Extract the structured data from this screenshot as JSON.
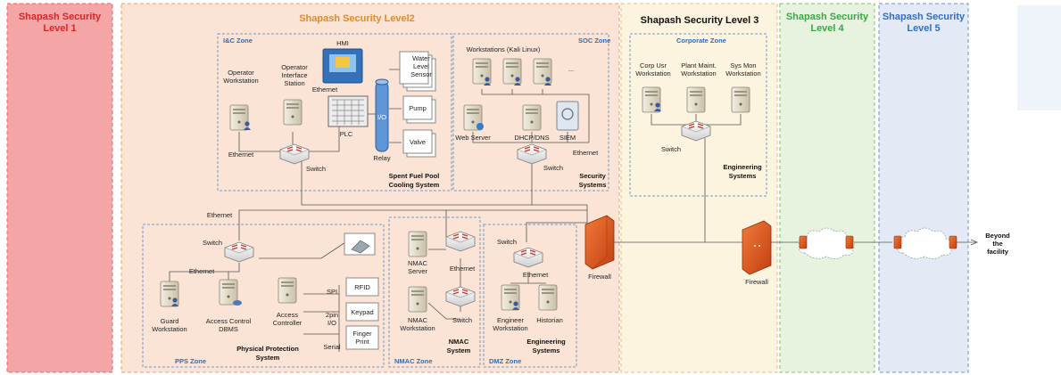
{
  "colors": {
    "level1": "#f4a6a6",
    "level2": "#fbe4d5",
    "level3": "#fdf4e0",
    "level4": "#e7f2df",
    "level5": "#e4eaf5",
    "level1_title": "#d92525",
    "level2_title": "#e3892b",
    "level3_title": "#111111",
    "level4_title": "#3aa845",
    "level5_title": "#2f6fc4",
    "zone_title": "#2a6ebb",
    "firewall": "#e2541c"
  },
  "levels": {
    "l1": {
      "title": [
        "Shapash Security",
        "Level 1"
      ]
    },
    "l2": {
      "title": "Shapash Security Level2"
    },
    "l3": {
      "title": "Shapash Security Level 3"
    },
    "l4": {
      "title": [
        "Shapash Security",
        "Level 4"
      ]
    },
    "l5": {
      "title": [
        "Shapash Security",
        "Level 5"
      ]
    }
  },
  "zones": {
    "ic": "I&C Zone",
    "soc": "SOC Zone",
    "corporate": "Corporate Zone",
    "pps": "PPS Zone",
    "nmac": "NMAC Zone",
    "dmz": "DMZ Zone"
  },
  "ic": {
    "hmi": "HMI",
    "operator_ws": [
      "Operator",
      "Workstation"
    ],
    "operator_is": [
      "Operator",
      "Interface",
      "Station"
    ],
    "ethernet_hmi": "Ethernet",
    "plc": "PLC",
    "io": "I/O",
    "relay": "Relay",
    "water_sensor": [
      "Water",
      "Level",
      "Sensor"
    ],
    "pump": "Pump",
    "valve": "Valve",
    "ethernet": "Ethernet",
    "switch": "Switch",
    "system": [
      "Spent Fuel Pool",
      "Cooling System"
    ]
  },
  "soc": {
    "workstations": "Workstations (Kali Linux)",
    "ellipsis": "...",
    "web_server": "Web Server",
    "dhcp": "DHCP/DNS",
    "siem": "SIEM",
    "switch": "Switch",
    "ethernet": "Ethernet",
    "system": [
      "Security",
      "Systems"
    ]
  },
  "corporate": {
    "corp_ws": [
      "Corp Usr",
      "Workstation"
    ],
    "plant_ws": [
      "Plant Maint.",
      "Workstation"
    ],
    "sysmon_ws": [
      "Sys Mon",
      "Workstation"
    ],
    "switch": "Switch",
    "system": [
      "Engineering",
      "Systems"
    ]
  },
  "pps": {
    "ethernet_top": "Ethernet",
    "switch": "Switch",
    "ethernet": "Ethernet",
    "guard": [
      "Guard",
      "Workstation"
    ],
    "dbms": [
      "Access Control",
      "DBMS"
    ],
    "controller": [
      "Access",
      "Controller"
    ],
    "spi": "SPI",
    "dpin": [
      "2pin",
      "I/O"
    ],
    "serial": "Serial",
    "rfid": "RFID",
    "keypad": "Keypad",
    "finger": [
      "Finger",
      "Print"
    ],
    "system": [
      "Physical Protection",
      "System"
    ]
  },
  "nmac": {
    "server": [
      "NMAC",
      "Server"
    ],
    "ethernet": "Ethernet",
    "workstation": [
      "NMAC",
      "Workstation"
    ],
    "switch": "Switch",
    "system": [
      "NMAC",
      "System"
    ]
  },
  "dmz": {
    "switch": "Switch",
    "ethernet": "Ethernet",
    "engineer": [
      "Engineer",
      "Workstation"
    ],
    "historian": "Historian",
    "system": [
      "Engineering",
      "Systems"
    ]
  },
  "firewall_l2": "Firewall",
  "firewall_l3": "Firewall",
  "beyond": [
    "Beyond",
    "the",
    "facility"
  ]
}
